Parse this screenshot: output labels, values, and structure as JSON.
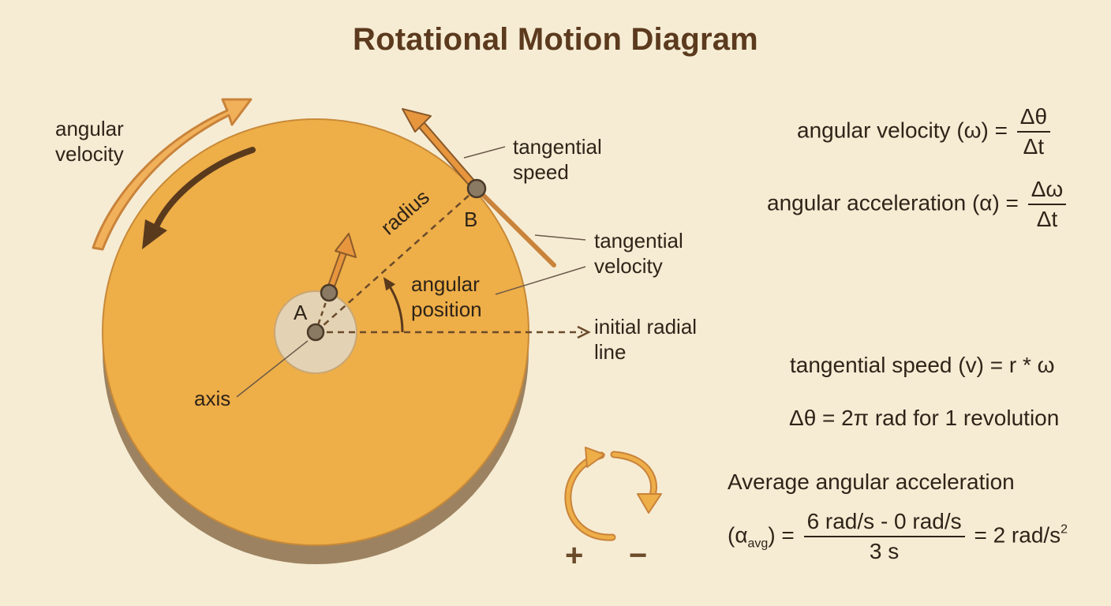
{
  "title": "Rotational Motion Diagram",
  "labels": {
    "angular_velocity": [
      "angular",
      "velocity"
    ],
    "tangential_speed": [
      "tangential",
      "speed"
    ],
    "tangential_velocity": [
      "tangential",
      "velocity"
    ],
    "angular_position": [
      "angular",
      "position"
    ],
    "initial_radial_line": [
      "initial radial",
      "line"
    ],
    "radius": "radius",
    "axis": "axis",
    "point_a": "A",
    "point_b": "B"
  },
  "equations": {
    "angular_velocity": {
      "left": "angular velocity (ω) =",
      "num": "Δθ",
      "den": "Δt"
    },
    "angular_acceleration": {
      "left": "angular acceleration (α) =",
      "num": "Δω",
      "den": "Δt"
    },
    "tangential_speed": "tangential speed (v) = r * ω",
    "revolution": "Δθ = 2π rad for 1 revolution",
    "average_heading": "Average angular acceleration",
    "average": {
      "open": "(α",
      "sub": "avg",
      "close": ") =",
      "num": "6 rad/s - 0 rad/s",
      "den": "3 s",
      "result": "= 2 rad/s",
      "sup": "2"
    }
  },
  "signs": {
    "plus": "+",
    "minus": "−"
  },
  "colors": {
    "background": "#f6ecd4",
    "disc": "#eeae48",
    "disc_edge": "#9c8260",
    "arrow": "#e7963e",
    "dark_arrow": "#5a3a1c",
    "title": "#5b3a1e"
  }
}
